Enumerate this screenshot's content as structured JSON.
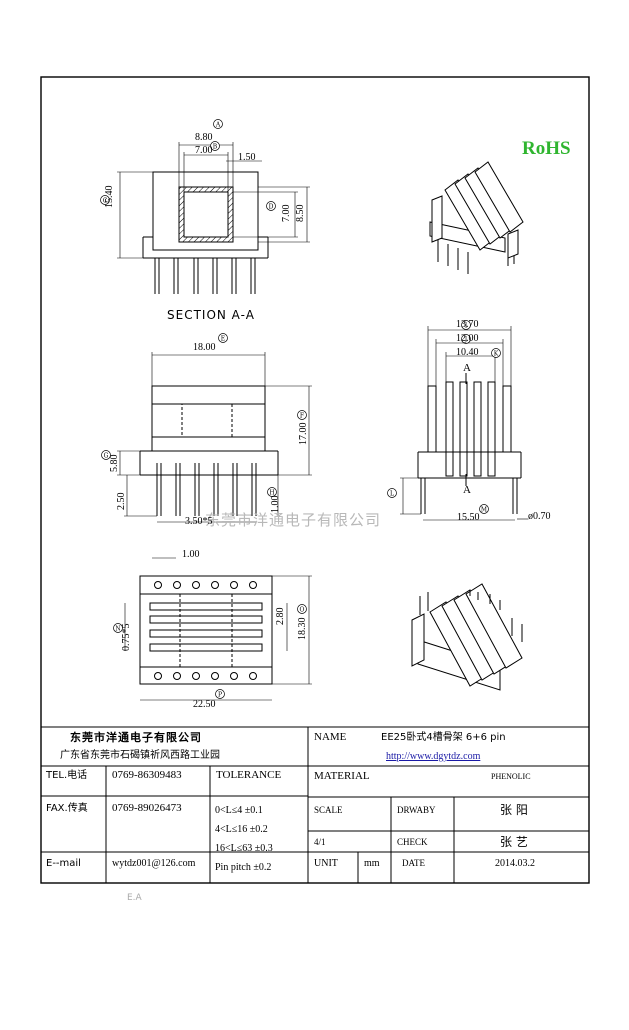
{
  "badge": {
    "rohs": "RoHS"
  },
  "watermark": "东莞市洋通电子有限公司",
  "drawing": {
    "section_label": "SECTION  A-A",
    "section_a": "A",
    "dims": {
      "d880": "8.80",
      "d700a": "7.00",
      "d150": "1.50",
      "d1540": "15.40",
      "d700b": "7.00",
      "d850": "8.50",
      "d1800": "18.00",
      "d1700": "17.00",
      "d580": "5.80",
      "d250": "2.50",
      "d100a": "1.00",
      "d350": "3.50*5",
      "d1370": "13.70",
      "d1200": "12.00",
      "d1040": "10.40",
      "d1550": "15.50",
      "d070": "ø0.70",
      "d100b": "1.00",
      "d280": "2.80",
      "d1830": "18.30",
      "d075": "0.75*5",
      "d2250": "22.50"
    },
    "circle_letters": [
      "A",
      "B",
      "C",
      "D",
      "E",
      "F",
      "G",
      "H",
      "I",
      "J",
      "K",
      "L",
      "M",
      "N",
      "O",
      "P",
      "Q",
      "R",
      "S"
    ]
  },
  "title_block": {
    "company": "东莞市洋通电子有限公司",
    "address": "广东省东莞市石碣镇祈风西路工业园",
    "name_label": "NAME",
    "name_value": "EE25卧式4槽骨架 6+6 pin",
    "url": "http://www.dgytdz.com",
    "tel_label": "TEL.电话",
    "tel_value": "0769-86309483",
    "fax_label": "FAX.传真",
    "fax_value": "0769-89026473",
    "email_label": "E--mail",
    "email_value": "wytdz001@126.com",
    "tolerance_label": "TOLERANCE",
    "tol1": "0<L≤4    ±0.1",
    "tol2": "4<L≤16  ±0.2",
    "tol3": "16<L≤63  ±0.3",
    "tol4": "Pin pitch  ±0.2",
    "material_label": "MATERIAL",
    "material_value": "PHENOLIC",
    "scale_label": "SCALE",
    "scale_value": "4/1",
    "drawn_label": "DRWABY",
    "drawn_value": "张  阳",
    "check_label": "CHECK",
    "check_value": "张  艺",
    "unit_label": "UNIT",
    "unit_value": "mm",
    "date_label": "DATE",
    "date_value": "2014.03.2"
  },
  "footer": "E.A"
}
